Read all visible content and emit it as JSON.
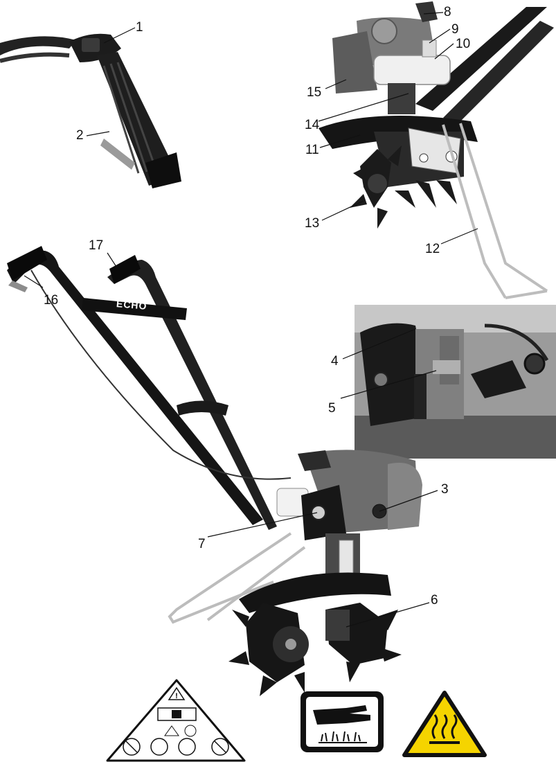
{
  "callouts": {
    "n1": "1",
    "n2": "2",
    "n3": "3",
    "n4": "4",
    "n5": "5",
    "n6": "6",
    "n7": "7",
    "n8": "8",
    "n9": "9",
    "n10": "10",
    "n11": "11",
    "n12": "12",
    "n13": "13",
    "n14": "14",
    "n15": "15",
    "n16": "16",
    "n17": "17"
  },
  "handlebar_brand": "ECHO",
  "colors": {
    "warning_yellow": "#f5d400",
    "ink": "#111111",
    "metal": "#bdbdbd",
    "engine_gray": "#6d6d6d"
  },
  "icons": [
    "warning-triangle-icon",
    "hot-surface-hand-icon",
    "hot-surface-warning-icon"
  ]
}
